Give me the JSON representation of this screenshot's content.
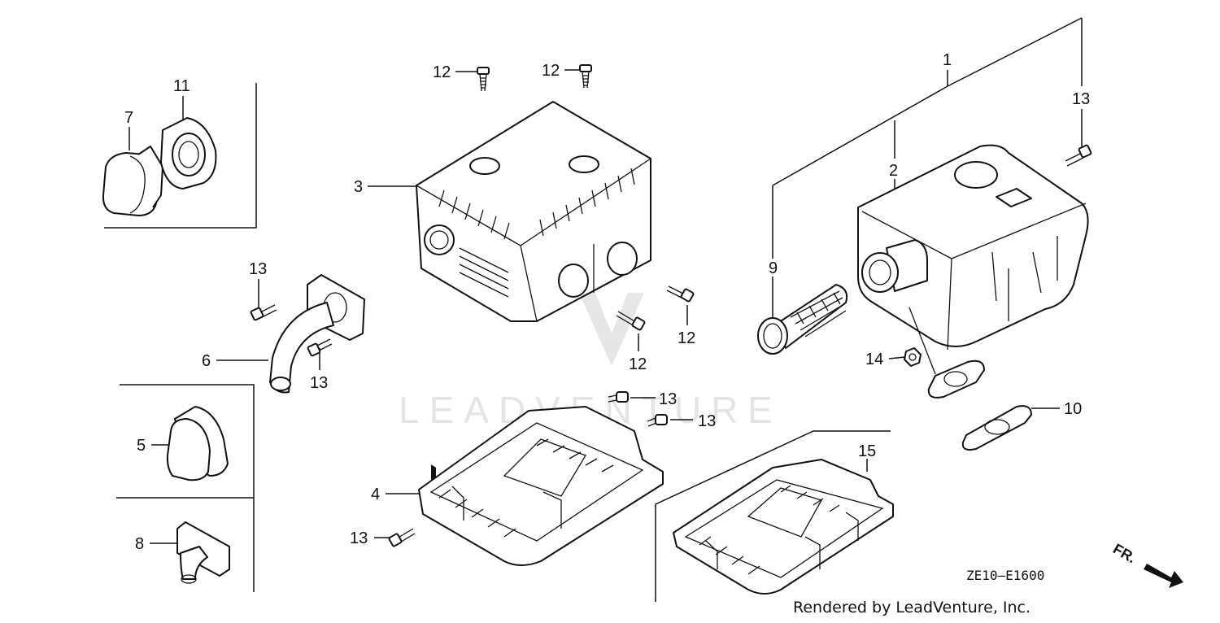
{
  "diagram": {
    "code": "ZE10—E1600",
    "credit": "Rendered by LeadVenture, Inc.",
    "watermark": "LEADVENTURE",
    "direction_label": "FR.",
    "callouts": {
      "c1": "1",
      "c2": "2",
      "c3": "3",
      "c4": "4",
      "c5": "5",
      "c6": "6",
      "c7": "7",
      "c8": "8",
      "c9": "9",
      "c10": "10",
      "c11": "11",
      "c12a": "12",
      "c12b": "12",
      "c12c": "12",
      "c12d": "12",
      "c13a": "13",
      "c13b": "13",
      "c13c": "13",
      "c13d": "13",
      "c13e": "13",
      "c13f": "13",
      "c14": "14",
      "c15": "15"
    }
  }
}
